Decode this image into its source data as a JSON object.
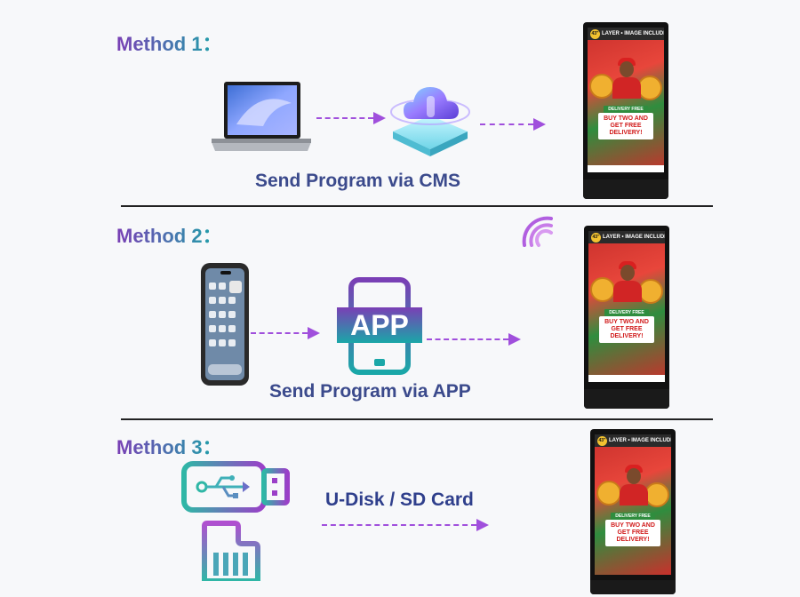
{
  "methods": [
    {
      "title": "Method 1：",
      "caption": "Send Program via CMS"
    },
    {
      "title": "Method 2：",
      "caption": "Send Program via APP"
    },
    {
      "title": "Method 3：",
      "caption": "U-Disk / SD Card"
    }
  ],
  "app_icon_label": "APP",
  "kiosk_screen": {
    "size_badge": "43\"",
    "top_text": "LAYER • IMAGE INCLUDED",
    "delivery_label": "DELIVERY FREE",
    "promo": "BUY TWO AND GET FREE DELIVERY!"
  },
  "colors": {
    "arrow": "#a04fdc",
    "caption": "#3b4a8c",
    "title_start": "#7a3fb5",
    "title_end": "#1aa7a8"
  }
}
